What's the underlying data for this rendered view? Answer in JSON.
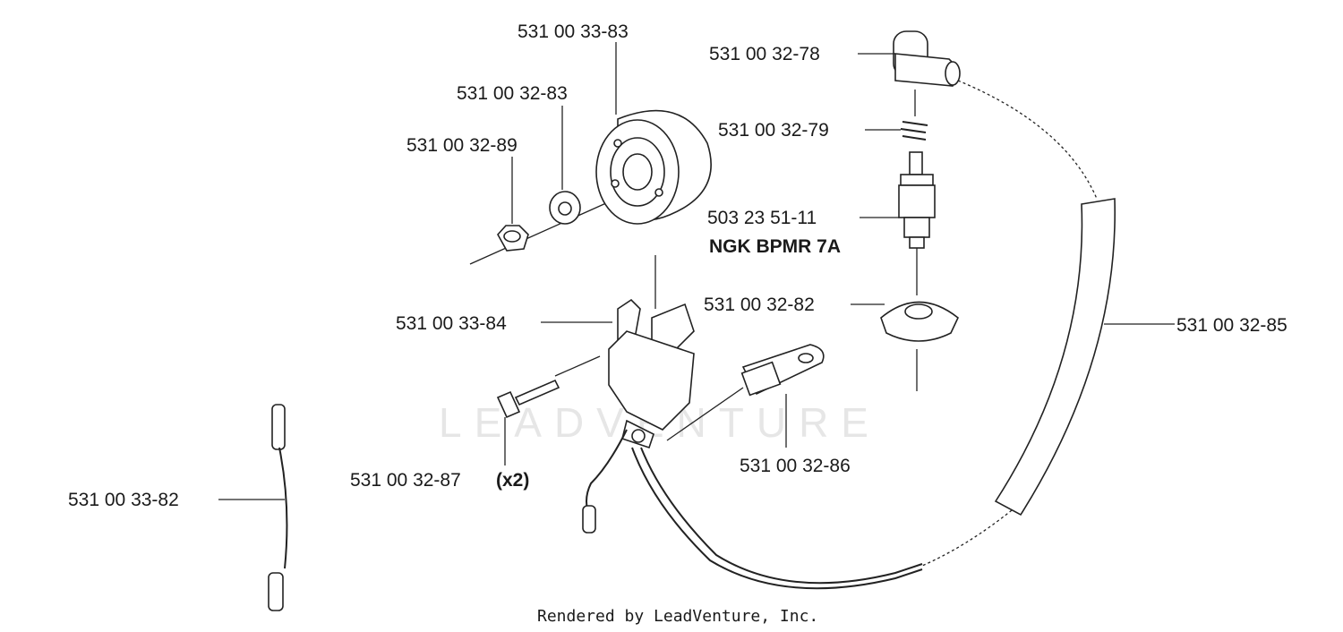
{
  "watermark": "LEADVENTURE",
  "footer": "Rendered by LeadVenture, Inc.",
  "parts": {
    "flywheel": "531 00 33-83",
    "washer": "531 00 32-83",
    "nut": "531 00 32-89",
    "ignition_module": "531 00 33-84",
    "screw": "531 00 32-87",
    "screw_qty": "(x2)",
    "short_wire": "531 00 33-82",
    "cap": "531 00 32-78",
    "spring": "531 00 32-79",
    "spark_plug": "503 23 51-11",
    "spark_plug_model": "NGK BPMR 7A",
    "plug_cover": "531 00 32-82",
    "terminal": "531 00 32-86",
    "ignition_lead": "531 00 32-85"
  }
}
